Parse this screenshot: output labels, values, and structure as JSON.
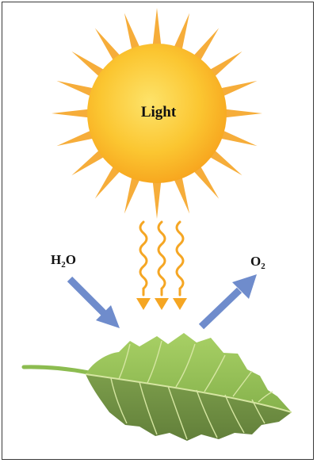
{
  "labels": {
    "light": "Light",
    "water_main": "H",
    "water_sub": "2",
    "water_tail": "O",
    "oxygen_main": "O",
    "oxygen_sub": "2"
  },
  "colors": {
    "sun_center": "#fcd44a",
    "sun_edge": "#f7a51e",
    "ray": "#f6ad3a",
    "light_wave": "#f5a623",
    "arrow": "#6f8ccc",
    "leaf_light": "#98c45a",
    "leaf_dark": "#6d8f42",
    "leaf_vein": "#d6e6a2",
    "frame": "#3a3a3a"
  },
  "icons": {
    "sun": "sun-icon",
    "light_waves": "wavy-arrows-icon",
    "leaf": "leaf-icon",
    "arrow_in": "arrow-in-icon",
    "arrow_out": "arrow-out-icon"
  }
}
